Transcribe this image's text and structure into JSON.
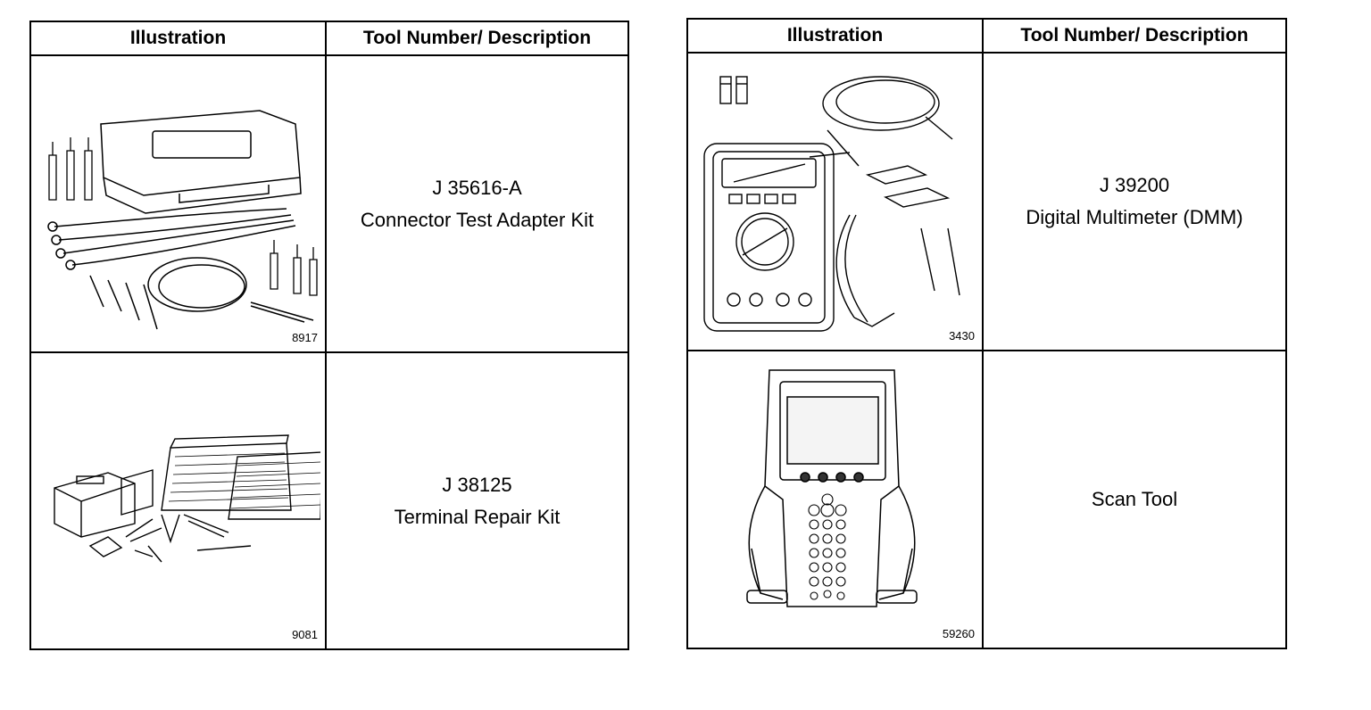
{
  "left_table": {
    "headers": {
      "illustration": "Illustration",
      "description": "Tool Number/ Description"
    },
    "rows": [
      {
        "figure_number": "8917",
        "icon": "connector-test-adapter-kit-illustration",
        "tool_number": "J 35616-A",
        "description": "Connector Test Adapter Kit"
      },
      {
        "figure_number": "9081",
        "icon": "terminal-repair-kit-illustration",
        "tool_number": "J 38125",
        "description": "Terminal Repair Kit"
      }
    ]
  },
  "right_table": {
    "headers": {
      "illustration": "Illustration",
      "description": "Tool Number/ Description"
    },
    "rows": [
      {
        "figure_number": "3430",
        "icon": "digital-multimeter-illustration",
        "tool_number": "J 39200",
        "description": "Digital Multimeter (DMM)"
      },
      {
        "figure_number": "59260",
        "icon": "scan-tool-illustration",
        "tool_number": "",
        "description": "Scan Tool"
      }
    ]
  }
}
